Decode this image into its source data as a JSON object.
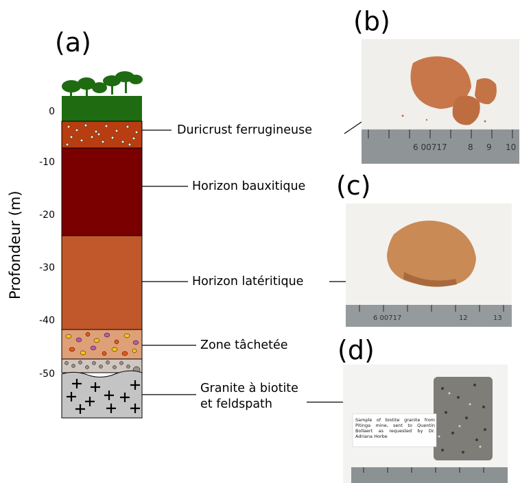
{
  "panels": {
    "a": "(a)",
    "b": "(b)",
    "c": "(c)",
    "d": "(d)"
  },
  "axis": {
    "label": "Profondeur (m)",
    "ticks": [
      "0",
      "-10",
      "-20",
      "-30",
      "-40",
      "-50"
    ]
  },
  "layers": [
    {
      "name": "Duricrust ferrugineuse",
      "color": "#b83d10"
    },
    {
      "name": "Horizon bauxitique",
      "color": "#7a0000"
    },
    {
      "name": "Horizon latéritique",
      "color": "#c0582c"
    },
    {
      "name": "Zone tâchetée",
      "color": "#e0a077"
    },
    {
      "name_line1": "Granite à biotite",
      "name_line2": "et feldspath",
      "color": "#c4c4c4"
    }
  ],
  "colors": {
    "vegetation": "#1e6b12",
    "ruler": "#8f9497"
  },
  "sample_note": "Sample of biotite granite from Pitinga mine, sent to Quentin Bollaert as requested by Dr. Adriana Horbe"
}
